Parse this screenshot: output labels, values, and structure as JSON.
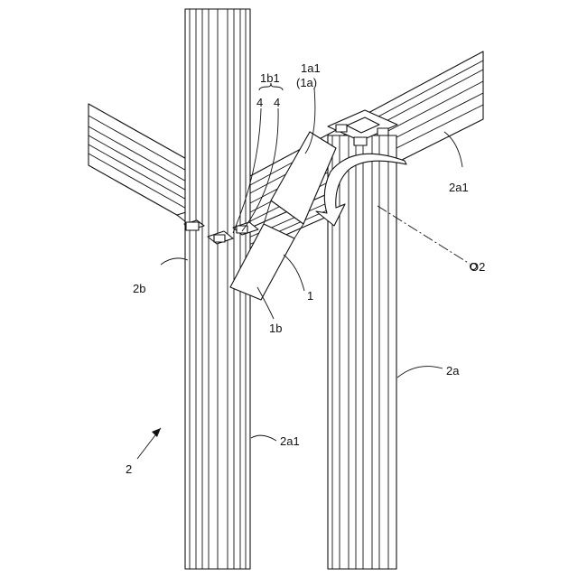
{
  "labels": {
    "l_1b1": "1b1",
    "l_4a": "4",
    "l_4b": "4",
    "l_1a1": "1a1",
    "l_1a": "(1a)",
    "l_2a1_top": "2a1",
    "l_o2": "O2",
    "l_2b": "2b",
    "l_1": "1",
    "l_1b": "1b",
    "l_2a": "2a",
    "l_2a1_mid": "2a1",
    "l_2": "2"
  }
}
